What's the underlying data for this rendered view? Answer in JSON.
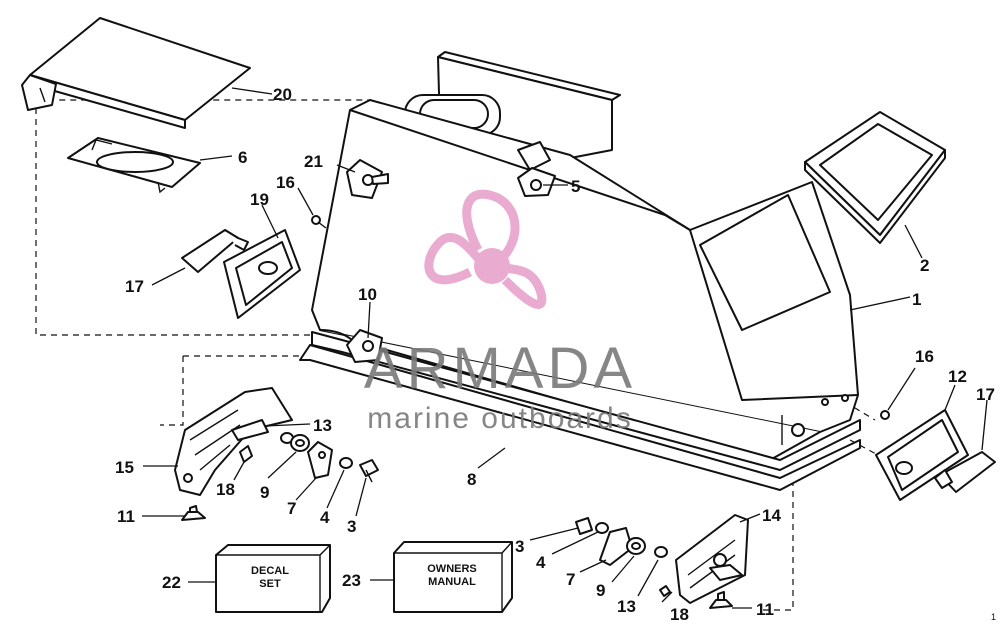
{
  "callouts": [
    {
      "id": "c20",
      "text": "20"
    },
    {
      "id": "c6",
      "text": "6"
    },
    {
      "id": "c21",
      "text": "21"
    },
    {
      "id": "c16a",
      "text": "16"
    },
    {
      "id": "c19",
      "text": "19"
    },
    {
      "id": "c17a",
      "text": "17"
    },
    {
      "id": "c5",
      "text": "5"
    },
    {
      "id": "c2",
      "text": "2"
    },
    {
      "id": "c1",
      "text": "1"
    },
    {
      "id": "c10",
      "text": "10"
    },
    {
      "id": "c16b",
      "text": "16"
    },
    {
      "id": "c12",
      "text": "12"
    },
    {
      "id": "c17b",
      "text": "17"
    },
    {
      "id": "c13a",
      "text": "13"
    },
    {
      "id": "c15",
      "text": "15"
    },
    {
      "id": "c18a",
      "text": "18"
    },
    {
      "id": "c9a",
      "text": "9"
    },
    {
      "id": "c7a",
      "text": "7"
    },
    {
      "id": "c4a",
      "text": "4"
    },
    {
      "id": "c3a",
      "text": "3"
    },
    {
      "id": "c8",
      "text": "8"
    },
    {
      "id": "c11a",
      "text": "11"
    },
    {
      "id": "c14",
      "text": "14"
    },
    {
      "id": "c3b",
      "text": "3"
    },
    {
      "id": "c4b",
      "text": "4"
    },
    {
      "id": "c7b",
      "text": "7"
    },
    {
      "id": "c9b",
      "text": "9"
    },
    {
      "id": "c13b",
      "text": "13"
    },
    {
      "id": "c18b",
      "text": "18"
    },
    {
      "id": "c11b",
      "text": "11"
    },
    {
      "id": "c22",
      "text": "22"
    },
    {
      "id": "c23",
      "text": "23"
    }
  ],
  "decal_box": {
    "line1": "DECAL",
    "line2": "SET"
  },
  "manual_box": {
    "line1": "OWNERS",
    "line2": "MANUAL"
  },
  "watermark": {
    "brand": "ARMADA",
    "tagline": "marine outboards",
    "color": "#e7a3cc"
  },
  "page_mark": "1"
}
